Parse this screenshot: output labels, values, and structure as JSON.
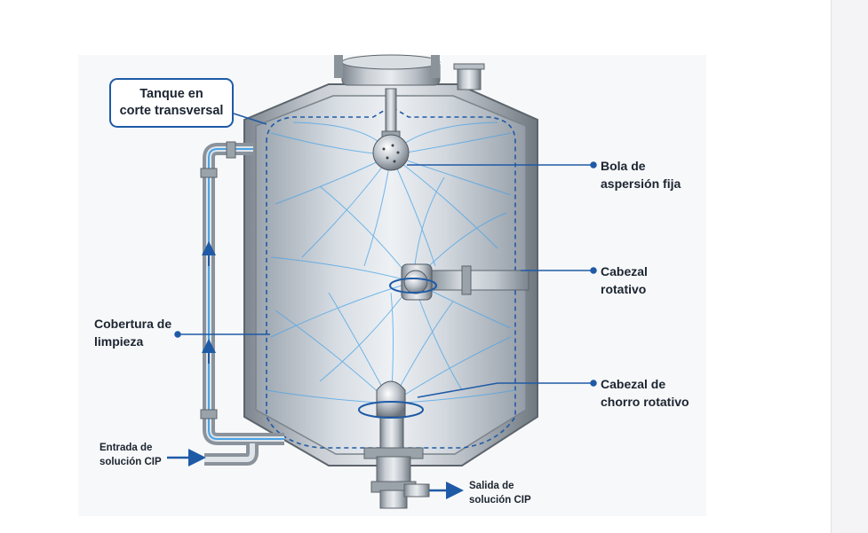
{
  "title": {
    "line1": "Tanque en",
    "line2": "corte transversal"
  },
  "labels": {
    "spray_ball": {
      "line1": "Bola de",
      "line2": "aspersión fija"
    },
    "rotary_head": {
      "line1": "Cabezal",
      "line2": "rotativo"
    },
    "cleaning_coverage": {
      "line1": "Cobertura de",
      "line2": "limpieza"
    },
    "rotary_jet_head": {
      "line1": "Cabezal de",
      "line2": "chorro rotativo"
    },
    "cip_inlet": {
      "line1": "Entrada de",
      "line2": "solución CIP"
    },
    "cip_outlet": {
      "line1": "Salida de",
      "line2": "solución CIP"
    }
  },
  "colors": {
    "accent": "#1e5aa6",
    "steel": "#a9b0b8",
    "spray": "#4aa3e6"
  }
}
